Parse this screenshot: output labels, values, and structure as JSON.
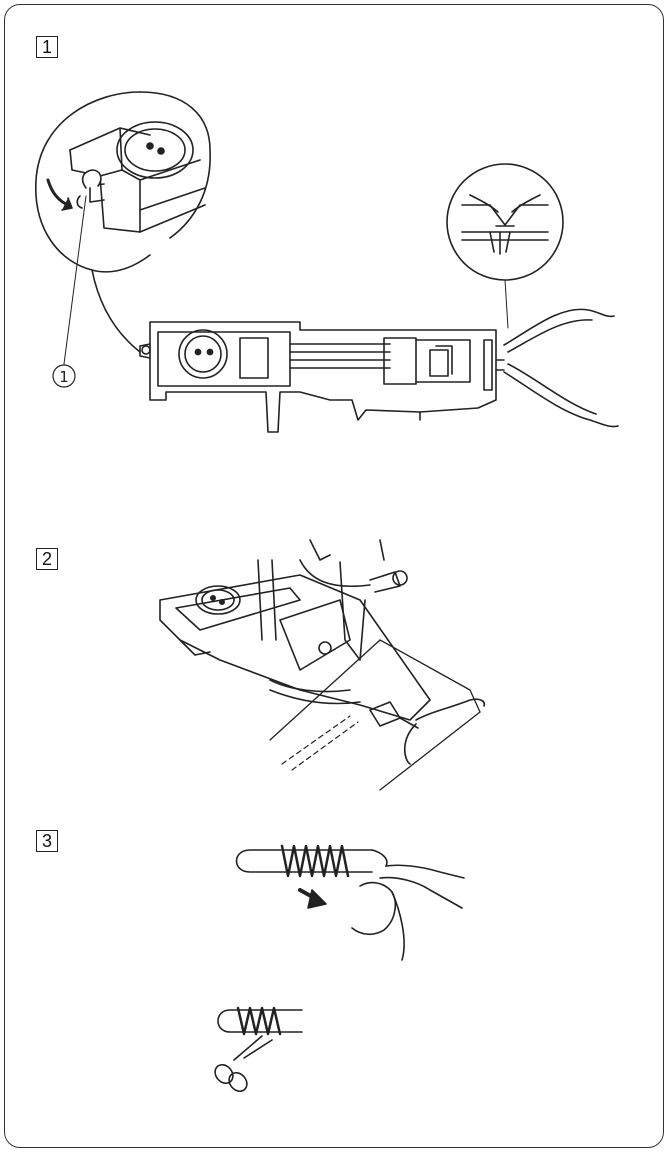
{
  "steps": [
    {
      "number": "1"
    },
    {
      "number": "2"
    },
    {
      "number": "3"
    }
  ],
  "callouts": {
    "part_1": "①"
  },
  "colors": {
    "line": "#222222",
    "frame": "#333333",
    "background": "#ffffff"
  }
}
